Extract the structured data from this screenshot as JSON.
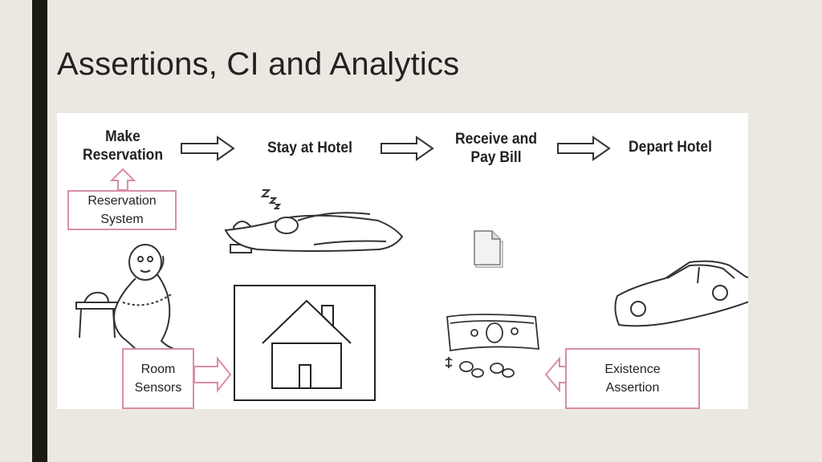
{
  "slide": {
    "title": "Assertions, CI and Analytics"
  },
  "process": {
    "steps": [
      "Make\nReservation",
      "Stay at Hotel",
      "Receive and\nPay Bill",
      "Depart Hotel"
    ]
  },
  "callouts": {
    "reservation_system": "Reservation\nSystem",
    "room_sensors": "Room\nSensors",
    "existence_assertion": "Existence\nAssertion"
  },
  "colors": {
    "background": "#ebe8e1",
    "side_bar": "#1c1c14",
    "callout_border": "#d98ea3"
  },
  "icons": [
    "phone-person-icon",
    "sleeping-person-icon",
    "house-icon",
    "document-icon",
    "money-icon",
    "car-icon"
  ]
}
